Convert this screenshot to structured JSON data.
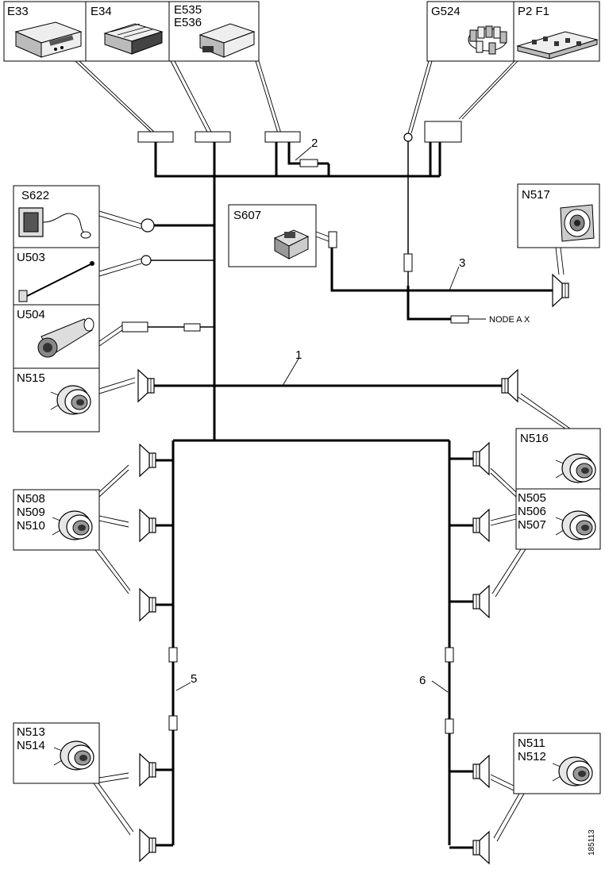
{
  "components": {
    "e33": "E33",
    "e34": "E34",
    "e535": "E535",
    "e536": "E536",
    "g524": "G524",
    "p2f1": "P2 F1",
    "s622": "S622",
    "s607": "S607",
    "u503": "U503",
    "u504": "U504",
    "n517": "N517",
    "n515": "N515",
    "n516": "N516",
    "n508": "N508",
    "n509": "N509",
    "n510": "N510",
    "n505": "N505",
    "n506": "N506",
    "n507": "N507",
    "n513": "N513",
    "n514": "N514",
    "n511": "N511",
    "n512": "N512"
  },
  "wires": {
    "w1": "1",
    "w2": "2",
    "w3": "3",
    "w5": "5",
    "w6": "6"
  },
  "node_label": "NODE A X",
  "doc_number": "185113"
}
